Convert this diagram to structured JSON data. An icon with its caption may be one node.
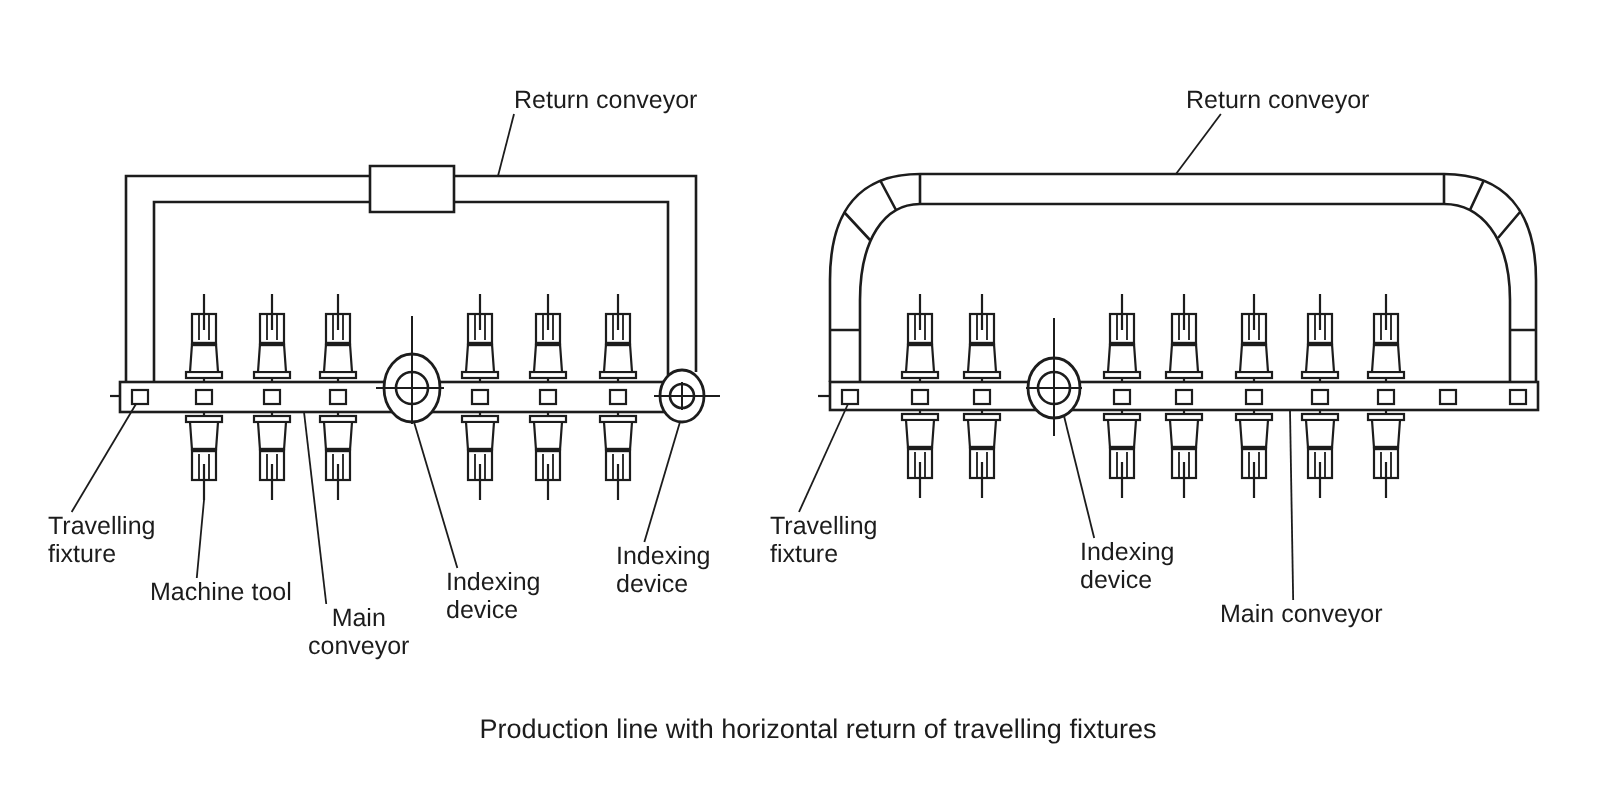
{
  "diagram": {
    "caption": "Production line with horizontal return of travelling fixtures",
    "nodes": [
      {
        "text": [
          "Return conveyor"
        ]
      },
      {
        "text": [],
        "shape": "bar"
      },
      {
        "text": [],
        "shape": "bar"
      },
      {
        "text": [],
        "shape": "box",
        "in": 2
      },
      {
        "text": [],
        "shape": "circle"
      },
      {
        "text": [],
        "shape": "circle"
      },
      {
        "text": [],
        "shape": "picture"
      },
      {
        "text": [
          "Travelling fixture"
        ]
      },
      {
        "text": [
          "Machine tool"
        ]
      },
      {
        "text": [
          "Main conveyor"
        ]
      },
      {
        "text": [
          "Indexing device"
        ]
      },
      {
        "text": [
          "Indexing device"
        ]
      },
      {
        "text": [
          "Return conveyor"
        ]
      },
      {
        "text": [],
        "shape": "bar"
      },
      {
        "text": [],
        "shape": "bar"
      },
      {
        "text": [],
        "shape": "box",
        "in": 14
      },
      {
        "text": [],
        "shape": "circle"
      },
      {
        "text": [
          "Travelling fixture"
        ]
      },
      {
        "text": [
          "Indexing device"
        ]
      },
      {
        "text": [
          "Main conveyor"
        ]
      }
    ],
    "edges": [
      {
        "from": 0,
        "to": 1,
        "arrow": "none"
      },
      {
        "from": 7,
        "to": 3,
        "arrow": "none"
      },
      {
        "from": 8,
        "to": 6,
        "arrow": "none"
      },
      {
        "from": 9,
        "to": 2,
        "arrow": "none"
      },
      {
        "from": 10,
        "to": 4,
        "arrow": "none"
      },
      {
        "from": 11,
        "to": 5,
        "arrow": "none"
      },
      {
        "from": 12,
        "to": 13,
        "arrow": "none"
      },
      {
        "from": 17,
        "to": 15,
        "arrow": "none"
      },
      {
        "from": 18,
        "to": 16,
        "arrow": "none"
      },
      {
        "from": 19,
        "to": 14,
        "arrow": "none"
      }
    ]
  }
}
